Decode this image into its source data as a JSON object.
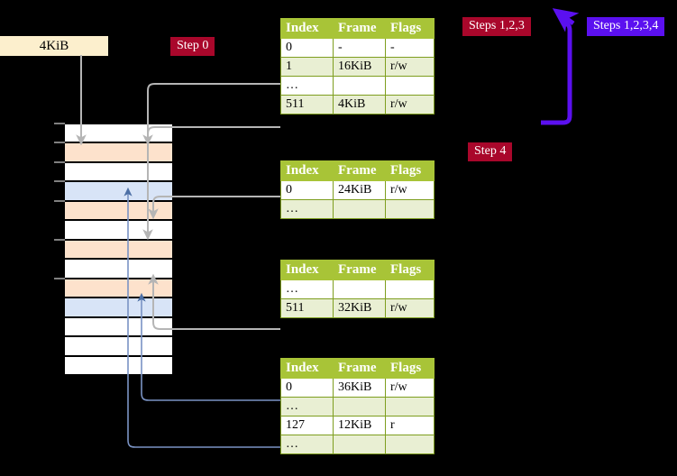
{
  "diagram": {
    "title_hidden": "",
    "size_label": "4KiB",
    "badges": {
      "step0": "Step 0",
      "steps123": "Steps 1,2,3",
      "steps1234": "Steps 1,2,3,4",
      "step4": "Step 4"
    },
    "colors": {
      "badge_red": "#A9072B",
      "badge_blue": "#5B10F0",
      "table_header_green": "#A8C437",
      "table_zebra": "#E9EFD3",
      "cell_highlight": "#FAFAB4",
      "memory_orange": "#FDE2CC",
      "memory_blue": "#D8E4F7",
      "size_box": "#FCEFCD",
      "wire_gray": "#A9A9A9",
      "wire_blue": "#7A93C4"
    },
    "columns": [
      "Index",
      "Frame",
      "Flags"
    ],
    "tables": [
      {
        "name": "level0-table",
        "rows": [
          {
            "index": "0",
            "frame": "-",
            "flags": "-",
            "zebra": false,
            "highlight": false
          },
          {
            "index": "1",
            "frame": "16KiB",
            "flags": "r/w",
            "zebra": true,
            "highlight": false
          },
          {
            "index": "…",
            "frame": "",
            "flags": "",
            "zebra": false,
            "highlight": false
          },
          {
            "index": "511",
            "frame": "4KiB",
            "flags": "r/w",
            "zebra": true,
            "highlight": true
          }
        ]
      },
      {
        "name": "level1-table",
        "rows": [
          {
            "index": "0",
            "frame": "24KiB",
            "flags": "r/w",
            "zebra": false,
            "highlight": false
          },
          {
            "index": "…",
            "frame": "",
            "flags": "",
            "zebra": true,
            "highlight": false
          }
        ]
      },
      {
        "name": "level2-table",
        "rows": [
          {
            "index": "…",
            "frame": "",
            "flags": "",
            "zebra": false,
            "highlight": false
          },
          {
            "index": "511",
            "frame": "32KiB",
            "flags": "r/w",
            "zebra": true,
            "highlight": false
          }
        ]
      },
      {
        "name": "level3-table",
        "rows": [
          {
            "index": "0",
            "frame": "36KiB",
            "flags": "r/w",
            "zebra": false,
            "highlight": false
          },
          {
            "index": "…",
            "frame": "",
            "flags": "",
            "zebra": true,
            "highlight": false
          },
          {
            "index": "127",
            "frame": "12KiB",
            "flags": "r",
            "zebra": false,
            "highlight": false
          },
          {
            "index": "…",
            "frame": "",
            "flags": "",
            "zebra": true,
            "highlight": false
          }
        ]
      }
    ],
    "memory_rows": [
      {
        "fill": "white"
      },
      {
        "fill": "orange"
      },
      {
        "fill": "white"
      },
      {
        "fill": "blue"
      },
      {
        "fill": "orange"
      },
      {
        "fill": "white"
      },
      {
        "fill": "orange"
      },
      {
        "fill": "white"
      },
      {
        "fill": "orange"
      },
      {
        "fill": "blue"
      },
      {
        "fill": "white"
      },
      {
        "fill": "white"
      },
      {
        "fill": "white"
      }
    ]
  }
}
